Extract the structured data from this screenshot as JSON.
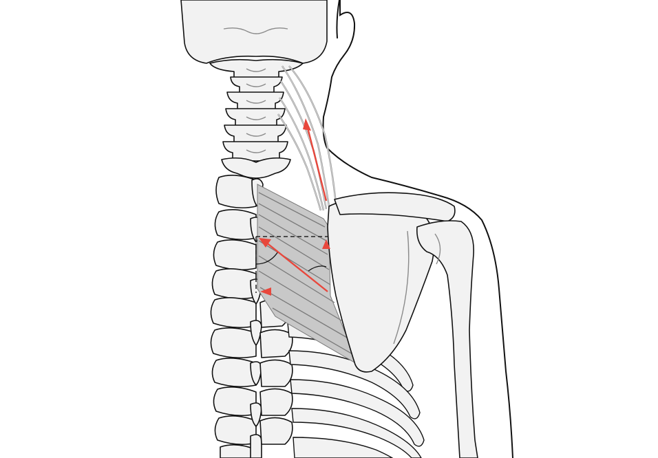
{
  "figure": {
    "subject": "posterior-view-neck-shoulder-spine",
    "colors": {
      "background": "#ffffff",
      "bone_fill": "#f2f2f2",
      "outline": "#111111",
      "muscle_fill": "#c8c8c8",
      "muscle_fiber": "#7a7a7a",
      "force_arrow": "#e8473c",
      "guide_line": "#222222"
    },
    "arrows": [
      {
        "id": "upper-fibers-arrow",
        "direction": "up-along-levator"
      },
      {
        "id": "rhomboid-arrow",
        "direction": "up-medial-toward-spine"
      },
      {
        "id": "angle-marker-vertical",
        "direction": "up"
      },
      {
        "id": "angle-marker-horizontal",
        "direction": "left"
      }
    ],
    "guides": [
      "horizontal-dashed-line",
      "vertical-dashed-line"
    ],
    "angle_arcs": 2
  }
}
